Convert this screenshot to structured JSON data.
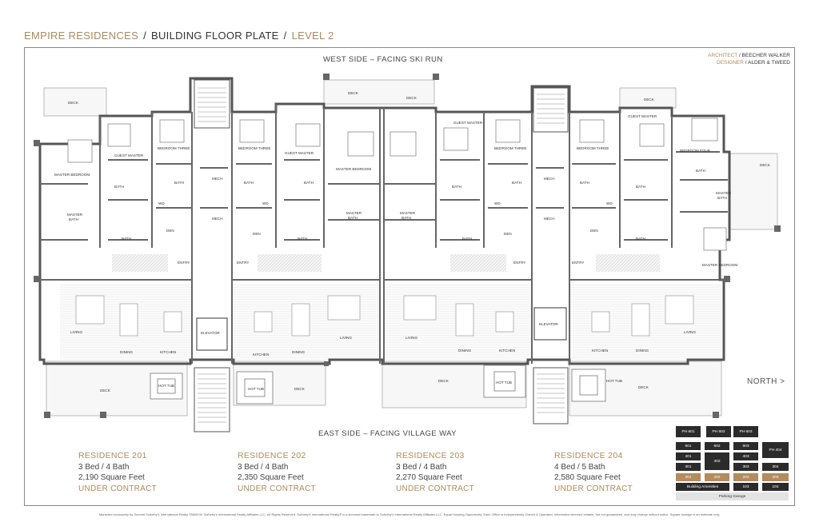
{
  "header": {
    "project": "EMPIRE RESIDENCES",
    "separator": "/",
    "plate": "BUILDING FLOOR PLATE",
    "level": "LEVEL 2"
  },
  "credits": {
    "architect_label": "ARCHITECT",
    "architect": "/ BEECHER WALKER",
    "designer_label": "DESIGNER",
    "designer": "/ ALDER & TWEED"
  },
  "west_label": "WEST SIDE – FACING SKI RUN",
  "east_label": "EAST SIDE – FACING VILLAGE WAY",
  "north_label": "NORTH >",
  "room_labels": {
    "deck": "DECK",
    "master_bedroom": "MASTER BEDROOM",
    "guest_master": "GUEST MASTER",
    "bedroom_three": "BEDROOM THREE",
    "bedroom_four": "BEDROOM FOUR",
    "bath": "BATH",
    "master": "MASTER",
    "wd": "WD",
    "den": "DEN",
    "mech": "MECH",
    "entry": "ENTRY",
    "living": "LIVING",
    "dining": "DINING",
    "kitchen": "KITCHEN",
    "elevator": "ELEVATOR",
    "hot_tub": "HOT TUB"
  },
  "residences": [
    {
      "title": "RESIDENCE 201",
      "beds": "3 Bed / 4 Bath",
      "sqft": "2,190 Square Feet",
      "status": "UNDER CONTRACT"
    },
    {
      "title": "RESIDENCE 202",
      "beds": "3 Bed / 4 Bath",
      "sqft": "2,350 Square Feet",
      "status": "UNDER CONTRACT"
    },
    {
      "title": "RESIDENCE 203",
      "beds": "3 Bed / 4 Bath",
      "sqft": "2,270 Square Feet",
      "status": "UNDER CONTRACT"
    },
    {
      "title": "RESIDENCE 204",
      "beds": "4 Bed / 5 Bath",
      "sqft": "2,580 Square Feet",
      "status": "UNDER CONTRACT"
    }
  ],
  "unit_grid": {
    "ph601": "PH 601",
    "ph602": "PH 602",
    "ph603": "PH 603",
    "ph404": "PH 404",
    "u501": "501",
    "u502": "502",
    "u503": "503",
    "u401": "401",
    "u402": "402",
    "u403": "403",
    "u301": "301",
    "u303": "303",
    "u304": "304",
    "u201": "201",
    "u202": "202",
    "u203": "203",
    "u204": "204",
    "amenities": "Building Amenities",
    "u103": "103",
    "u104": "104",
    "parking": "Parking Garage"
  },
  "footer": "Marketed exclusively by Summit Sotheby's International Realty ©MMXVII Sotheby's International Realty Affiliates LLC. All Rights Reserved. Sotheby's International Realty® is a licensed trademark to Sotheby's International Realty Affiliates LLC. Equal Housing Opportunity. Each Office is Independently Owned & Operated. Information deemed reliable, but not guaranteed, and may change without notice. Square footage is an estimate only."
}
